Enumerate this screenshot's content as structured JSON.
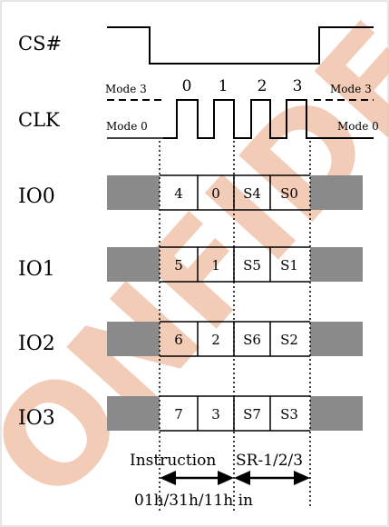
{
  "watermark": {
    "text": "ONFIDE",
    "color": "#e8b49a"
  },
  "signals": {
    "cs": "CS#",
    "clk": "CLK",
    "io": [
      "IO0",
      "IO1",
      "IO2",
      "IO3"
    ]
  },
  "clock": {
    "mode3_left": "Mode 3",
    "mode0_left": "Mode 0",
    "mode3_right": "Mode 3",
    "mode0_right": "Mode 0",
    "cycle_numbers": [
      "0",
      "1",
      "2",
      "3"
    ]
  },
  "cells": [
    [
      "4",
      "0",
      "S4",
      "S0"
    ],
    [
      "5",
      "1",
      "S5",
      "S1"
    ],
    [
      "6",
      "2",
      "S6",
      "S2"
    ],
    [
      "7",
      "3",
      "S7",
      "S3"
    ]
  ],
  "annotations": {
    "instruction": "Instruction",
    "sr": "SR-1/2/3",
    "opcodes": "01h/31h/11h in"
  },
  "colors": {
    "filler": "#8a8a8a",
    "line": "#000000",
    "frame": "#cccccc"
  }
}
